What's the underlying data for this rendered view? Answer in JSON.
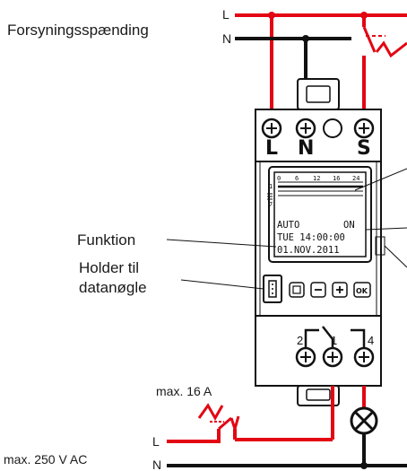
{
  "labels": {
    "supply": "Forsyningsspænding",
    "function": "Funktion",
    "holder_line1": "Holder til",
    "holder_line2": "datanøgle",
    "max_current": "max. 16 A",
    "max_voltage": "max. 250 V AC"
  },
  "wires": {
    "top_L": "L",
    "top_N": "N",
    "bottom_L": "L",
    "bottom_N": "N"
  },
  "terminals": {
    "top": [
      "L",
      "N",
      "S"
    ],
    "bottom": [
      "2",
      "1",
      "4"
    ]
  },
  "display": {
    "scale": [
      "0",
      "6",
      "12",
      "16",
      "24"
    ],
    "days": [
      "1",
      "7"
    ],
    "mode": "AUTO",
    "state": "ON",
    "datetime": "TUE 14:00:00",
    "date": "01.NOV.2011"
  },
  "buttons": [
    {
      "name": "menu",
      "glyph": "⊡"
    },
    {
      "name": "minus",
      "glyph": "−"
    },
    {
      "name": "plus",
      "glyph": "+"
    },
    {
      "name": "ok",
      "glyph": "OK"
    }
  ],
  "colors": {
    "wire_red": "#e30613",
    "wire_black": "#111111"
  }
}
